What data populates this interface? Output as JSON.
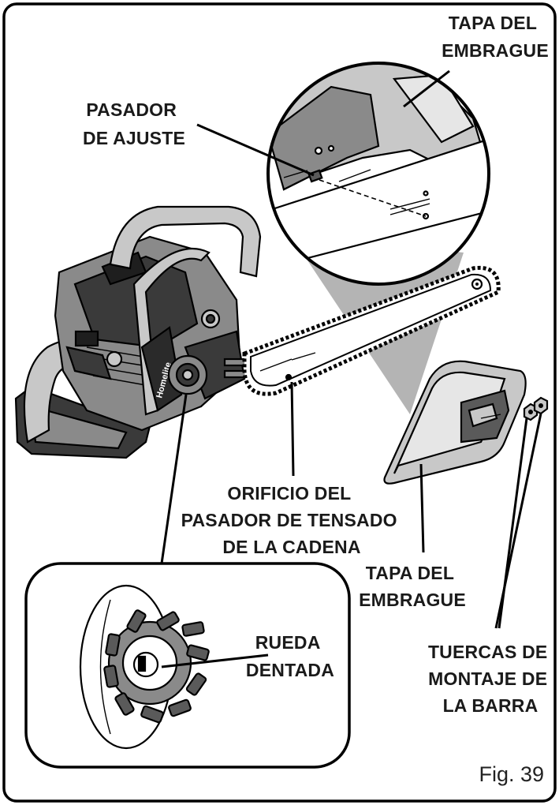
{
  "labels": {
    "clutch_cover_top": [
      "TAPA DEL",
      "EMBRAGUE"
    ],
    "adjust_pin": [
      "PASADOR",
      "DE AJUSTE"
    ],
    "tension_pin_hole": [
      "ORIFICIO DEL",
      "PASADOR DE TENSADO",
      "DE LA CADENA"
    ],
    "clutch_cover_bottom": [
      "TAPA DEL",
      "EMBRAGUE"
    ],
    "sprocket": [
      "RUEDA",
      "DENTADA"
    ],
    "bar_nuts": [
      "TUERCAS DE",
      "MONTAJE DE",
      "LA BARRA"
    ]
  },
  "brand_text": "Homelite",
  "figure_label": "Fig. 39",
  "colors": {
    "outline": "#000000",
    "dark_body": "#3a3a3a",
    "mid_gray": "#8a8a8a",
    "light_gray": "#c8c8c8",
    "cone_gray": "#b4b4b4",
    "background": "#ffffff"
  },
  "icons": [
    "chainsaw-illustration",
    "clutch-cover-illustration",
    "sprocket-illustration",
    "bar-nut-icon"
  ]
}
